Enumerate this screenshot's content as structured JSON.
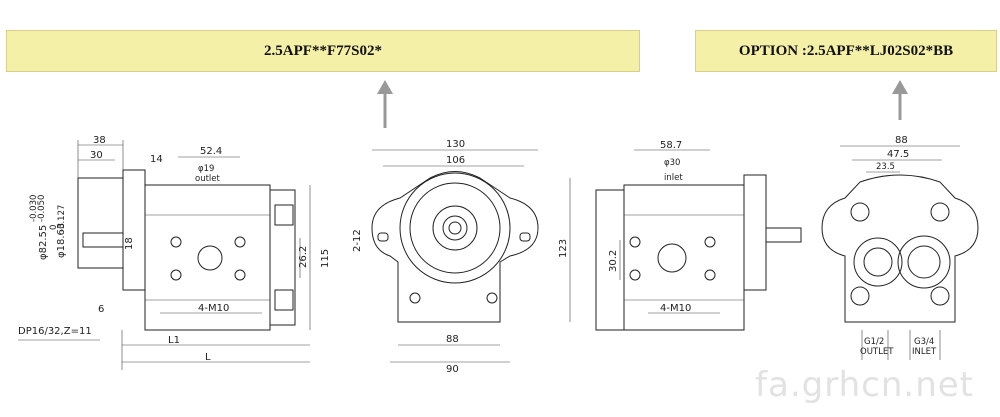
{
  "banners": {
    "main": "2.5APF**F77S02*",
    "option": "OPTION :2.5APF**LJ02S02*BB"
  },
  "watermark": "fa.grhcn.net",
  "side_view": {
    "d38": "38",
    "d30": "30",
    "d14": "14",
    "d52_4": "52.4",
    "phi19": "φ19",
    "outlet": "outlet",
    "shaft_dia": "φ82.55",
    "shaft_tol_top": "-0.030",
    "shaft_tol_bot": "-0.050",
    "key_dia": "φ18.63",
    "key_tol_top": "0",
    "key_tol_bot": "-0.127",
    "d18": "18",
    "d26_2": "26.2",
    "d115": "115",
    "d6": "6",
    "bolts": "4-M10",
    "spline": "DP16/32,Z=11",
    "L1": "L1",
    "L": "L"
  },
  "front_view": {
    "d130": "130",
    "d106": "106",
    "d2_12": "2-12",
    "d123": "123",
    "d88": "88",
    "d90": "90"
  },
  "rear_view": {
    "d58_7": "58.7",
    "phi30": "φ30",
    "inlet": "inlet",
    "d30_2": "30.2",
    "bolts": "4-M10"
  },
  "option_view": {
    "d88": "88",
    "d47_5": "47.5",
    "d23_5": "23.5",
    "g_out": "G1/2",
    "outlet": "OUTLET",
    "g_in": "G3/4",
    "inlet": "INLET"
  },
  "icons": [
    "up-arrow-icon",
    "up-arrow-icon"
  ]
}
